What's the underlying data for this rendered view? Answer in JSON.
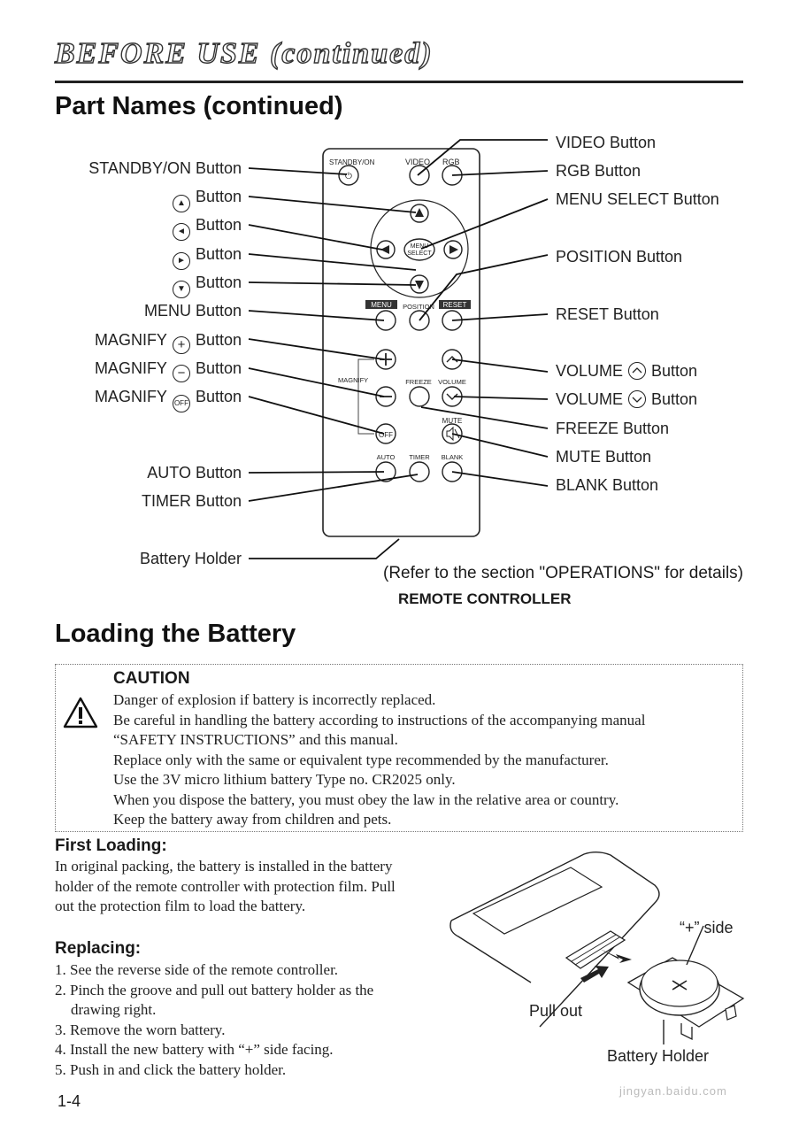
{
  "header": {
    "title": "BEFORE USE (continued)"
  },
  "part_names": {
    "title": "Part Names (continued)",
    "left_labels": [
      {
        "prefix": "STANDBY/ON Button",
        "symbol": "",
        "suffix": ""
      },
      {
        "prefix": "",
        "symbol": "▲",
        "suffix": "Button"
      },
      {
        "prefix": "",
        "symbol": "◄",
        "suffix": "Button"
      },
      {
        "prefix": "",
        "symbol": "►",
        "suffix": "Button"
      },
      {
        "prefix": "",
        "symbol": "▼",
        "suffix": "Button"
      },
      {
        "prefix": "MENU Button",
        "symbol": "",
        "suffix": ""
      },
      {
        "prefix": "MAGNIFY",
        "symbol": "+",
        "suffix": "Button"
      },
      {
        "prefix": "MAGNIFY",
        "symbol": "−",
        "suffix": "Button"
      },
      {
        "prefix": "MAGNIFY",
        "symbol": "OFF",
        "suffix": "Button"
      },
      {
        "prefix": "AUTO Button",
        "symbol": "",
        "suffix": ""
      },
      {
        "prefix": "TIMER Button",
        "symbol": "",
        "suffix": ""
      },
      {
        "prefix": "Battery Holder",
        "symbol": "",
        "suffix": ""
      }
    ],
    "right_labels": [
      {
        "prefix": "VIDEO Button",
        "symbol": "",
        "suffix": ""
      },
      {
        "prefix": "RGB Button",
        "symbol": "",
        "suffix": ""
      },
      {
        "prefix": "MENU SELECT Button",
        "symbol": "",
        "suffix": ""
      },
      {
        "prefix": "POSITION Button",
        "symbol": "",
        "suffix": ""
      },
      {
        "prefix": "RESET Button",
        "symbol": "",
        "suffix": ""
      },
      {
        "prefix": "VOLUME",
        "symbol": "up",
        "suffix": "Button"
      },
      {
        "prefix": "VOLUME",
        "symbol": "down",
        "suffix": "Button"
      },
      {
        "prefix": "FREEZE Button",
        "symbol": "",
        "suffix": ""
      },
      {
        "prefix": "MUTE Button",
        "symbol": "",
        "suffix": ""
      },
      {
        "prefix": "BLANK Button",
        "symbol": "",
        "suffix": ""
      }
    ],
    "remote_printed": {
      "standby": "STANDBY/ON",
      "video": "VIDEO",
      "rgb": "RGB",
      "menu_select": [
        "MENU",
        "SELECT"
      ],
      "menu": "MENU",
      "position": "POSITION",
      "reset": "RESET",
      "magnify": "MAGNIFY",
      "off": "OFF",
      "freeze": "FREEZE",
      "volume": "VOLUME",
      "mute": "MUTE",
      "auto": "AUTO",
      "timer": "TIMER",
      "blank": "BLANK"
    },
    "refer_note": "(Refer to the section \"OPERATIONS\" for details)",
    "figure_caption": "REMOTE CONTROLLER"
  },
  "loading": {
    "title": "Loading the Battery",
    "caution": {
      "heading": "CAUTION",
      "lines": [
        "Danger of explosion if battery is incorrectly replaced.",
        "Be careful in handling the battery according to instructions of the accompanying manual",
        "“SAFETY INSTRUCTIONS” and this manual.",
        "Replace only with the same or equivalent type recommended by the manufacturer.",
        "Use the 3V micro lithium battery Type no. CR2025 only.",
        "When you dispose the battery, you must obey the law in the relative area or country.",
        "Keep the battery away from children and pets."
      ]
    },
    "first_loading": {
      "heading": "First Loading:",
      "lines": [
        "In original packing, the battery is installed in the battery",
        "holder of the remote controller with protection film. Pull",
        "out the protection film to load the battery."
      ]
    },
    "replacing": {
      "heading": "Replacing:",
      "steps": [
        "1. See the reverse side of the remote controller.",
        "2. Pinch the groove and pull out battery holder as the",
        "    drawing right.",
        "3. Remove the worn battery.",
        "4. Install the new battery with “+” side facing.",
        "5. Push in and click the battery holder."
      ]
    },
    "drawing": {
      "plus_side": "“+” side",
      "pull_out": "Pull out",
      "battery_holder": "Battery Holder"
    }
  },
  "page_number": "1-4",
  "watermark": "jingyan.baidu.com"
}
